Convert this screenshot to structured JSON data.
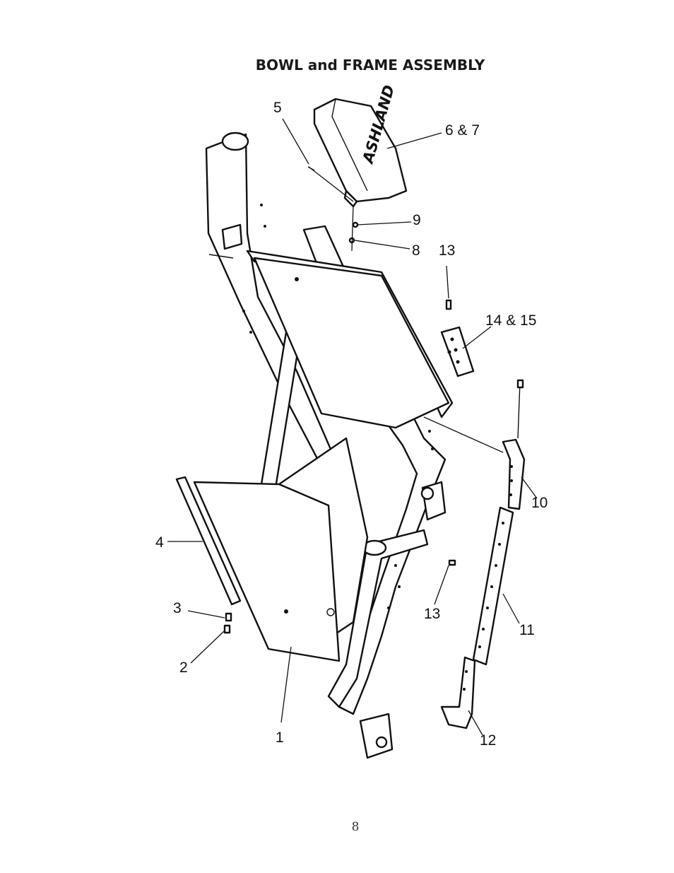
{
  "title": "BOWL and FRAME ASSEMBLY",
  "page_number": "8",
  "logo_text": "ASHLAND",
  "callouts": {
    "c1": "1",
    "c2": "2",
    "c3": "3",
    "c4": "4",
    "c5": "5",
    "c6_7": "6 & 7",
    "c8": "8",
    "c9": "9",
    "c10": "10",
    "c11": "11",
    "c12": "12",
    "c13_top": "13",
    "c13_bottom": "13",
    "c14_15": "14 & 15"
  }
}
